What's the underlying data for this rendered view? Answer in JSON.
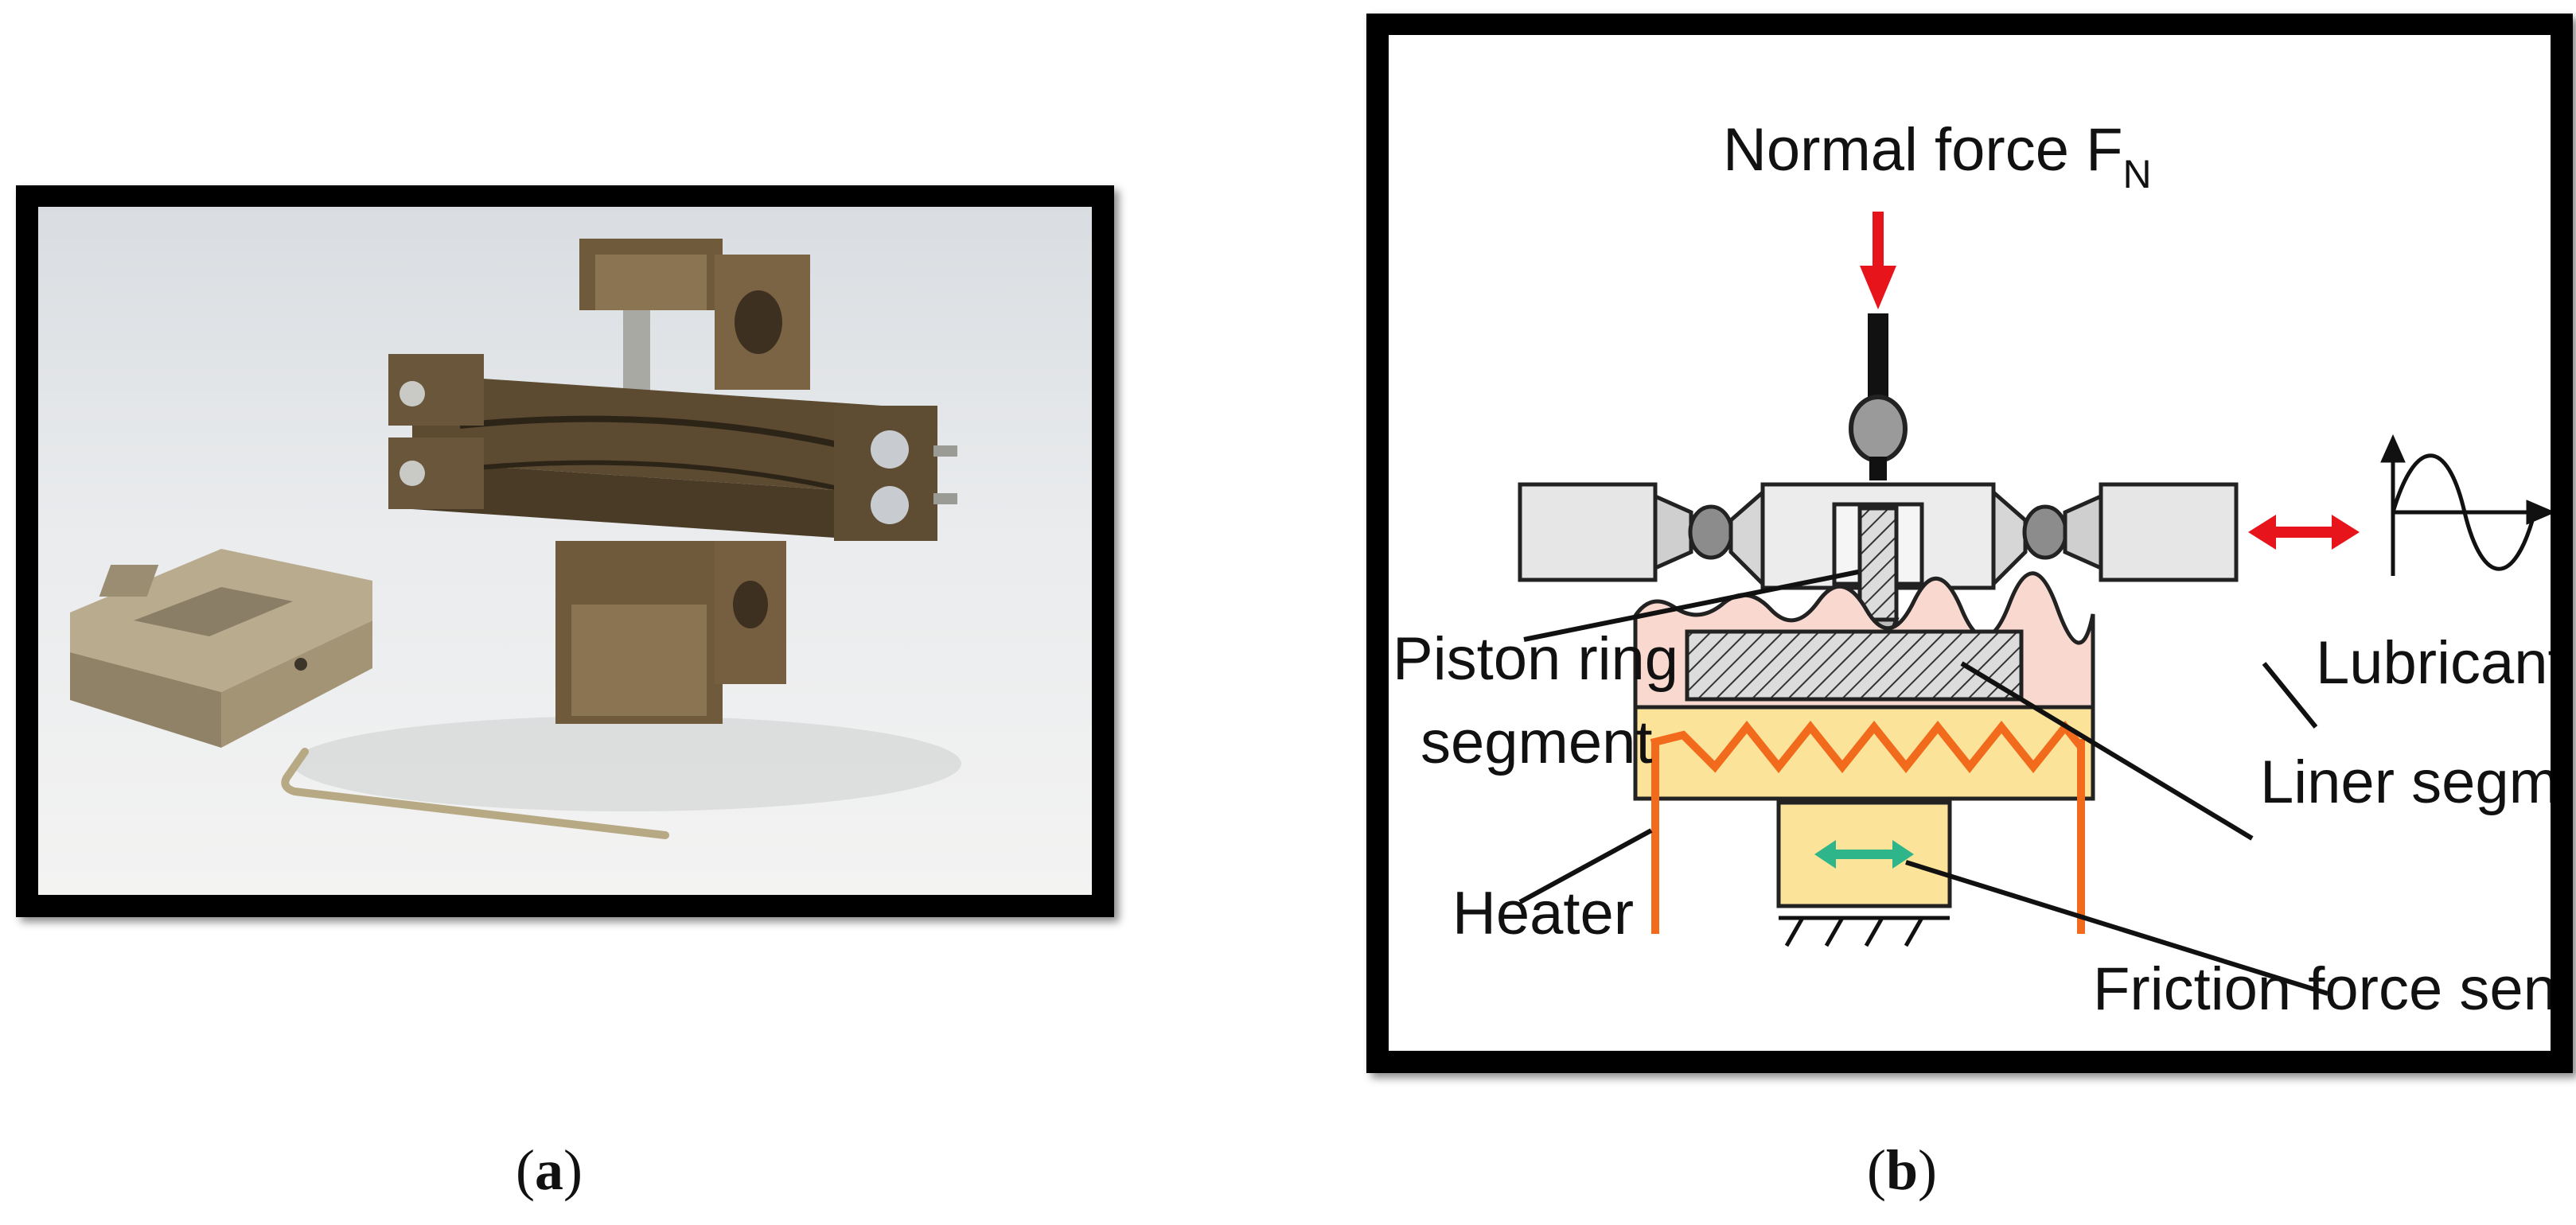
{
  "panel_a": {
    "caption_open": "(",
    "caption_letter": "a",
    "caption_close": ")"
  },
  "panel_b": {
    "caption_open": "(",
    "caption_letter": "b",
    "caption_close": ")",
    "labels": {
      "normal_force": "Normal force F",
      "normal_force_sub": "N",
      "piston_ring_line1": "Piston ring",
      "piston_ring_line2": "segment",
      "lubricant_bath": "Lubricant bath",
      "liner_segment": "Liner segment",
      "heater": "Heater",
      "friction_sensor": "Friction force sensor"
    }
  },
  "colors": {
    "frame": "#000000",
    "force_arrow": "#e8141c",
    "heater": "#f26a1b",
    "heater_fill": "#fbe39a",
    "lubricant": "#f9d9cf",
    "sensor_arrow": "#2fb58a"
  }
}
